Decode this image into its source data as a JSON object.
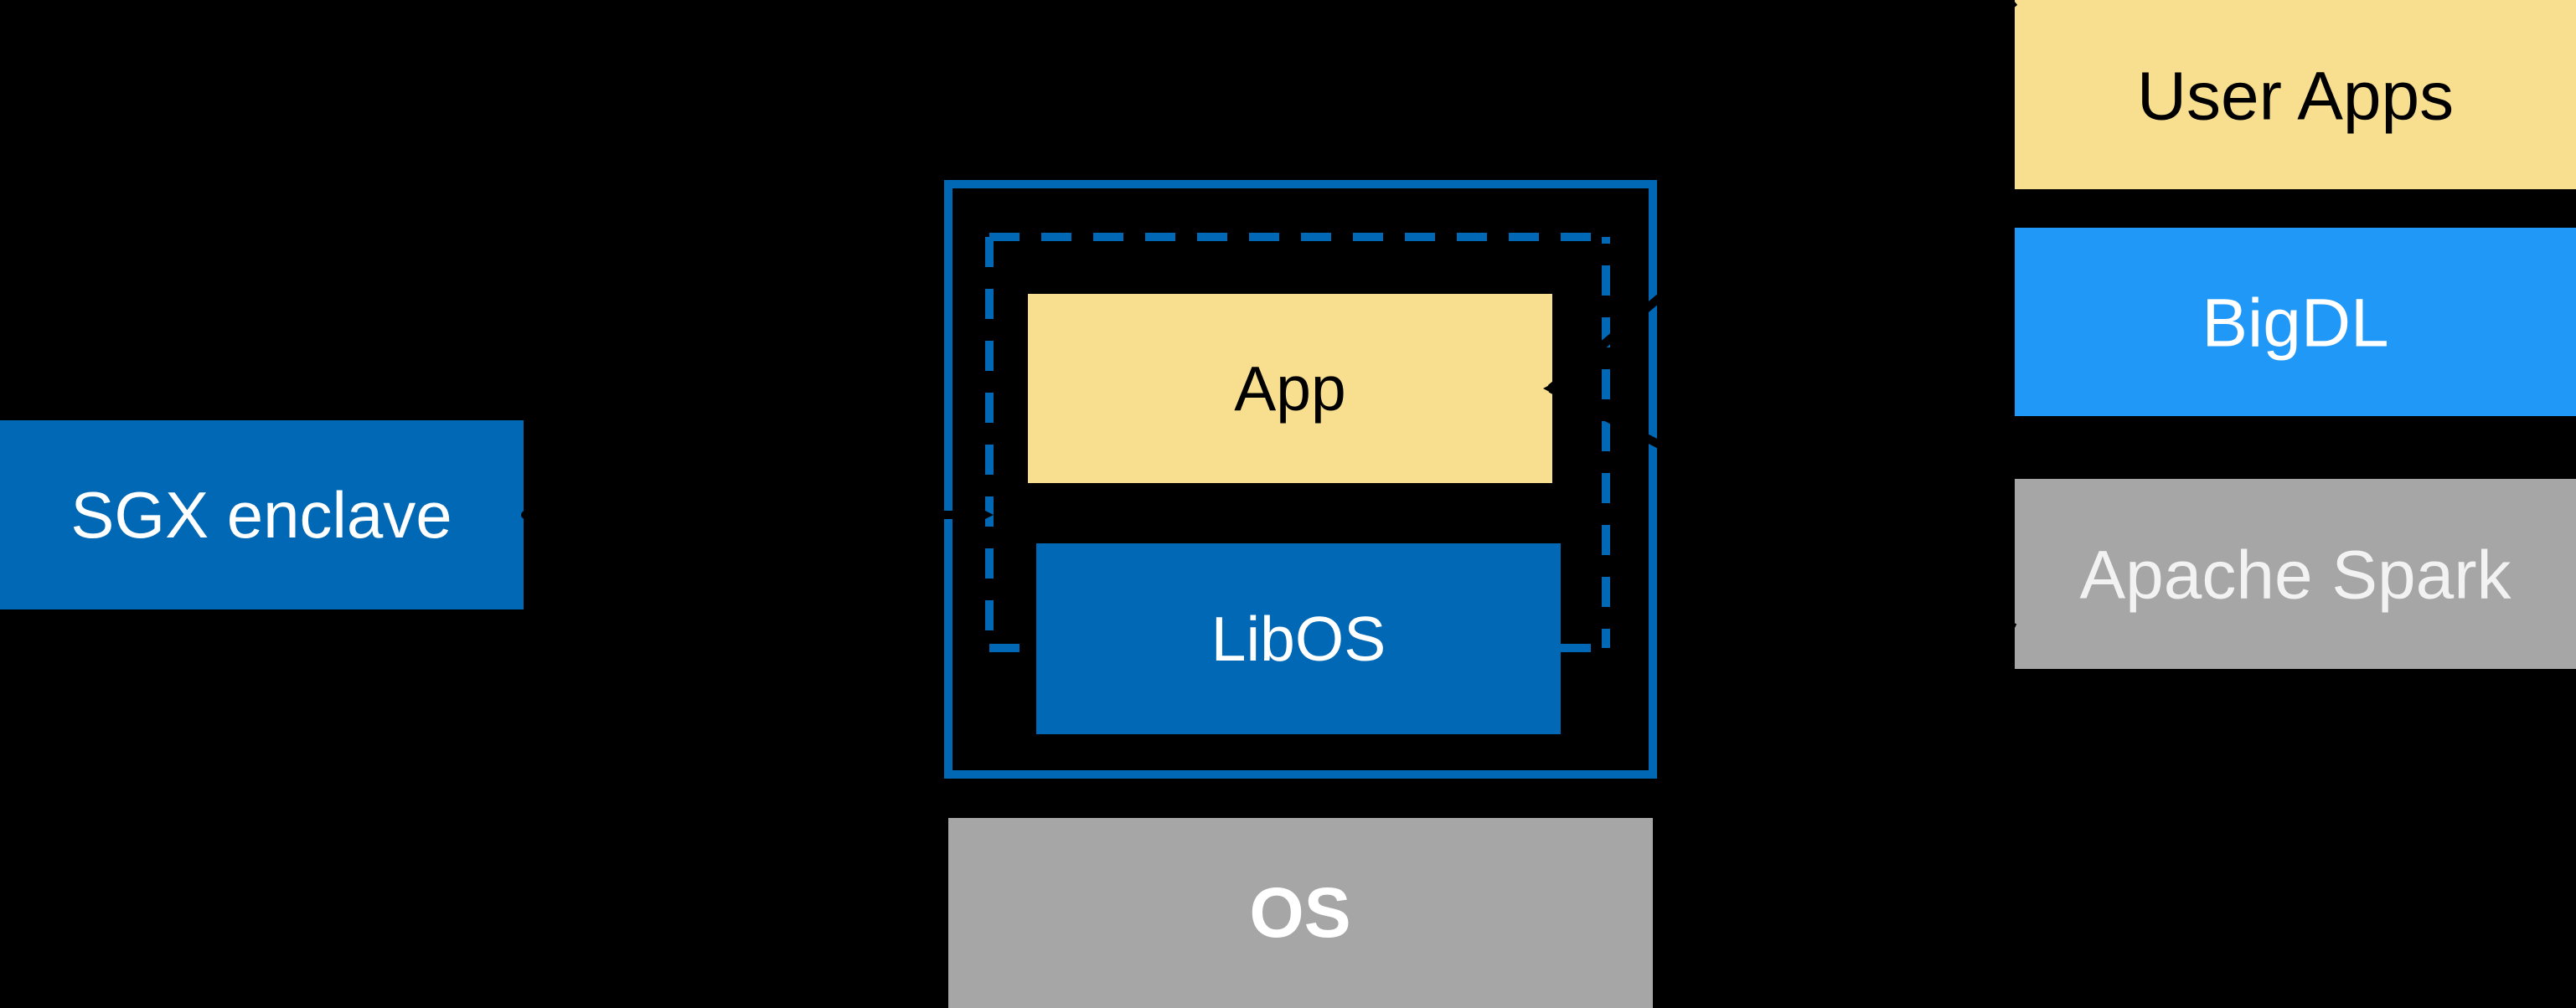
{
  "colors": {
    "background": "#000000",
    "intel_blue": "#0068B5",
    "bright_blue": "#2098F8",
    "soft_yellow": "#F8DF8F",
    "gray": "#A6A6A6",
    "white": "#FFFFFF",
    "black": "#000000",
    "spark_text": "#F2F2F2",
    "connector_black": "#000000"
  },
  "sgx_label": {
    "text": "SGX enclave"
  },
  "enclave_box": {
    "app": "App",
    "libos": "LibOS"
  },
  "os": {
    "label": "OS"
  },
  "stack": {
    "items": [
      {
        "label": "User Apps"
      },
      {
        "label": "BigDL"
      },
      {
        "label": "Apache Spark"
      }
    ]
  }
}
